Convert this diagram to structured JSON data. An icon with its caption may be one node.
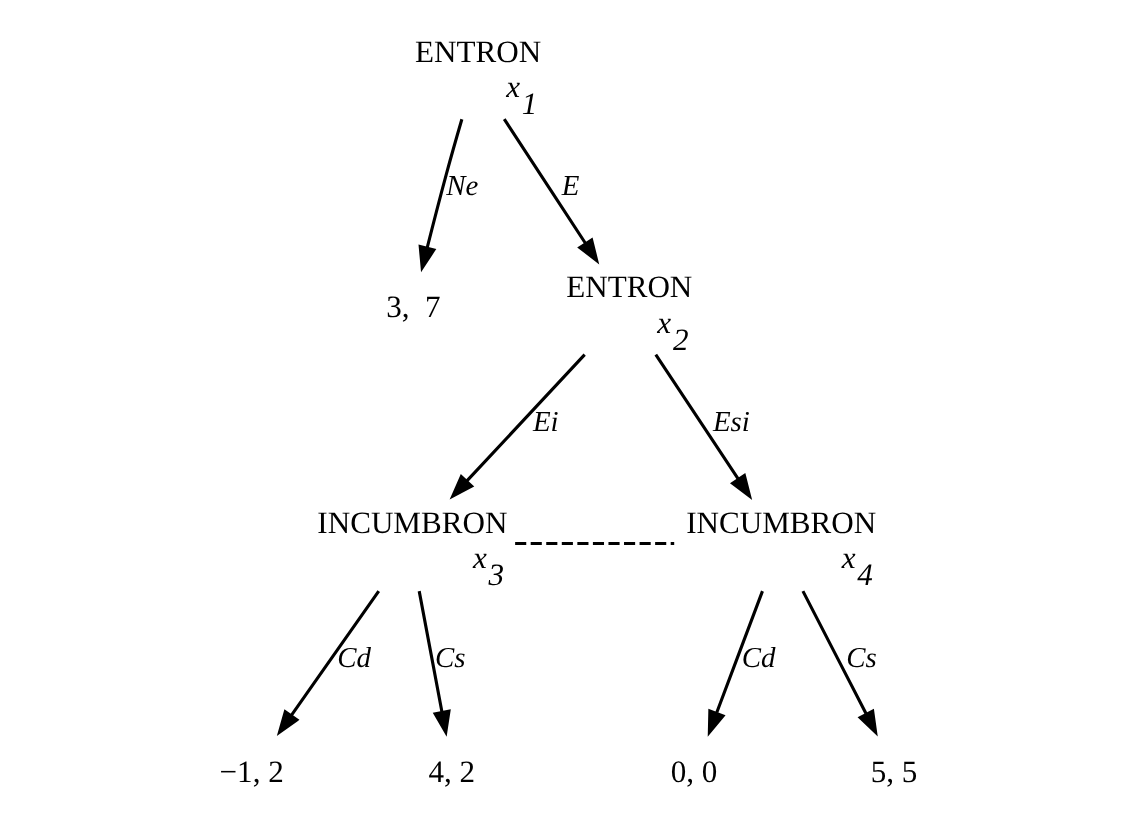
{
  "diagram": {
    "nodes": [
      {
        "text": [
          "ENTRON"
        ],
        "beside": [
          "x$_{1}$"
        ]
      },
      {
        "text": [
          "3,  7"
        ]
      },
      {
        "text": [
          "ENTRON"
        ],
        "beside": [
          "x$_{2}$"
        ]
      },
      {
        "text": [
          "INCUMBRON"
        ],
        "beside": [
          "x$_{3}$"
        ]
      },
      {
        "text": [
          "INCUMBRON"
        ],
        "beside": [
          "x$_{4}$"
        ]
      },
      {
        "text": [
          "−1, 2"
        ]
      },
      {
        "text": [
          "4, 2"
        ]
      },
      {
        "text": [
          "0, 0"
        ]
      },
      {
        "text": [
          "5, 5"
        ]
      }
    ],
    "edges": [
      {
        "from": 0,
        "to": 1,
        "arrow": "to",
        "label": "Ne"
      },
      {
        "from": 0,
        "to": 2,
        "arrow": "to",
        "label": "E"
      },
      {
        "from": 2,
        "to": 3,
        "arrow": "to",
        "label": "Ei"
      },
      {
        "from": 2,
        "to": 4,
        "arrow": "to",
        "label": "Esi"
      },
      {
        "from": 3,
        "to": 4,
        "arrow": "none",
        "style": "dashed"
      },
      {
        "from": 3,
        "to": 5,
        "arrow": "to",
        "label": "Cd"
      },
      {
        "from": 3,
        "to": 6,
        "arrow": "to",
        "label": "Cs"
      },
      {
        "from": 4,
        "to": 7,
        "arrow": "to",
        "label": "Cd"
      },
      {
        "from": 4,
        "to": 8,
        "arrow": "to",
        "label": "Cs"
      }
    ]
  }
}
